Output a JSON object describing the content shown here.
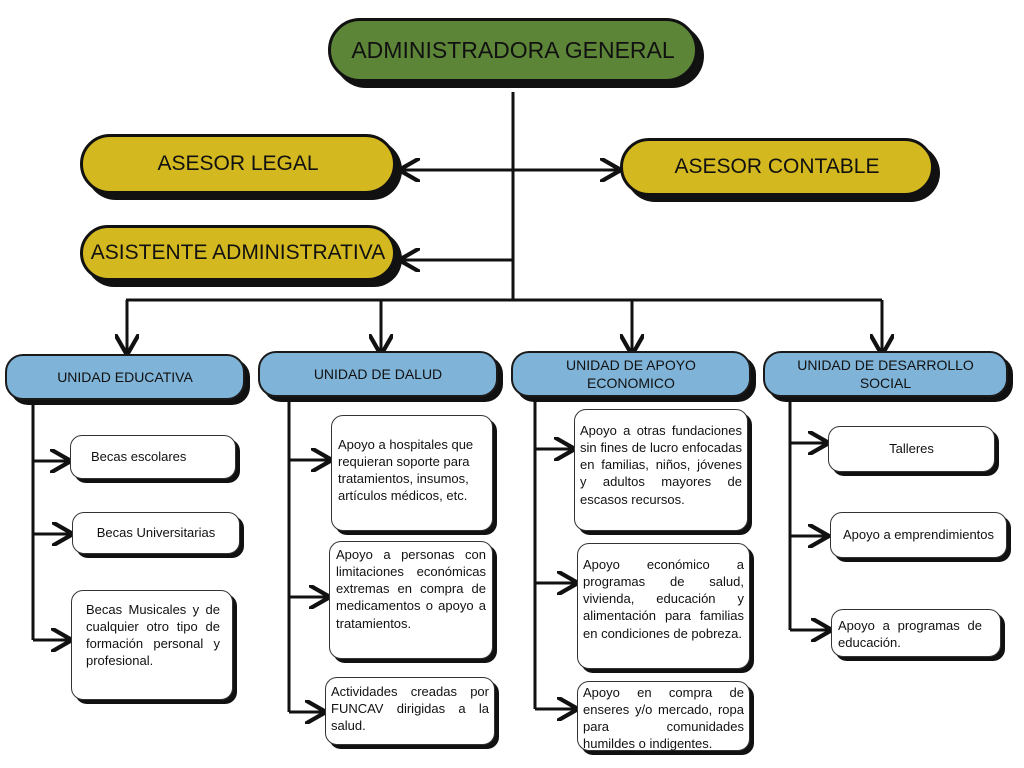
{
  "top": {
    "label": "ADMINISTRADORA GENERAL"
  },
  "advisors": {
    "legal": "ASESOR LEGAL",
    "accounting": "ASESOR CONTABLE",
    "assistant": "ASISTENTE ADMINISTRATIVA"
  },
  "units": [
    {
      "label": "UNIDAD EDUCATIVA",
      "items": [
        "Becas escolares",
        "Becas Universitarias",
        "Becas Musicales y de cualquier otro tipo de formación personal y profesional."
      ]
    },
    {
      "label": "UNIDAD DE DALUD",
      "items": [
        "Apoyo a hospitales que requieran soporte para tratamientos, insumos, artículos médicos, etc.",
        "Apoyo a personas con limitaciones económicas extremas en compra de medicamentos o apoyo a tratamientos.",
        "Actividades creadas por FUNCAV dirigidas a la salud."
      ]
    },
    {
      "label": "UNIDAD DE APOYO ECONOMICO",
      "items": [
        "Apoyo a otras fundaciones sin fines de lucro enfocadas en familias, niños, jóvenes y adultos mayores de escasos recursos.",
        "Apoyo económico a programas de salud, vivienda, educación y alimentación para familias en condiciones de pobreza.",
        "Apoyo en compra de enseres y/o mercado, ropa para comunidades humildes o indigentes."
      ]
    },
    {
      "label": "UNIDAD DE DESARROLLO SOCIAL",
      "items": [
        "Talleres",
        "Apoyo a emprendimientos",
        "Apoyo a programas de educación."
      ]
    }
  ]
}
